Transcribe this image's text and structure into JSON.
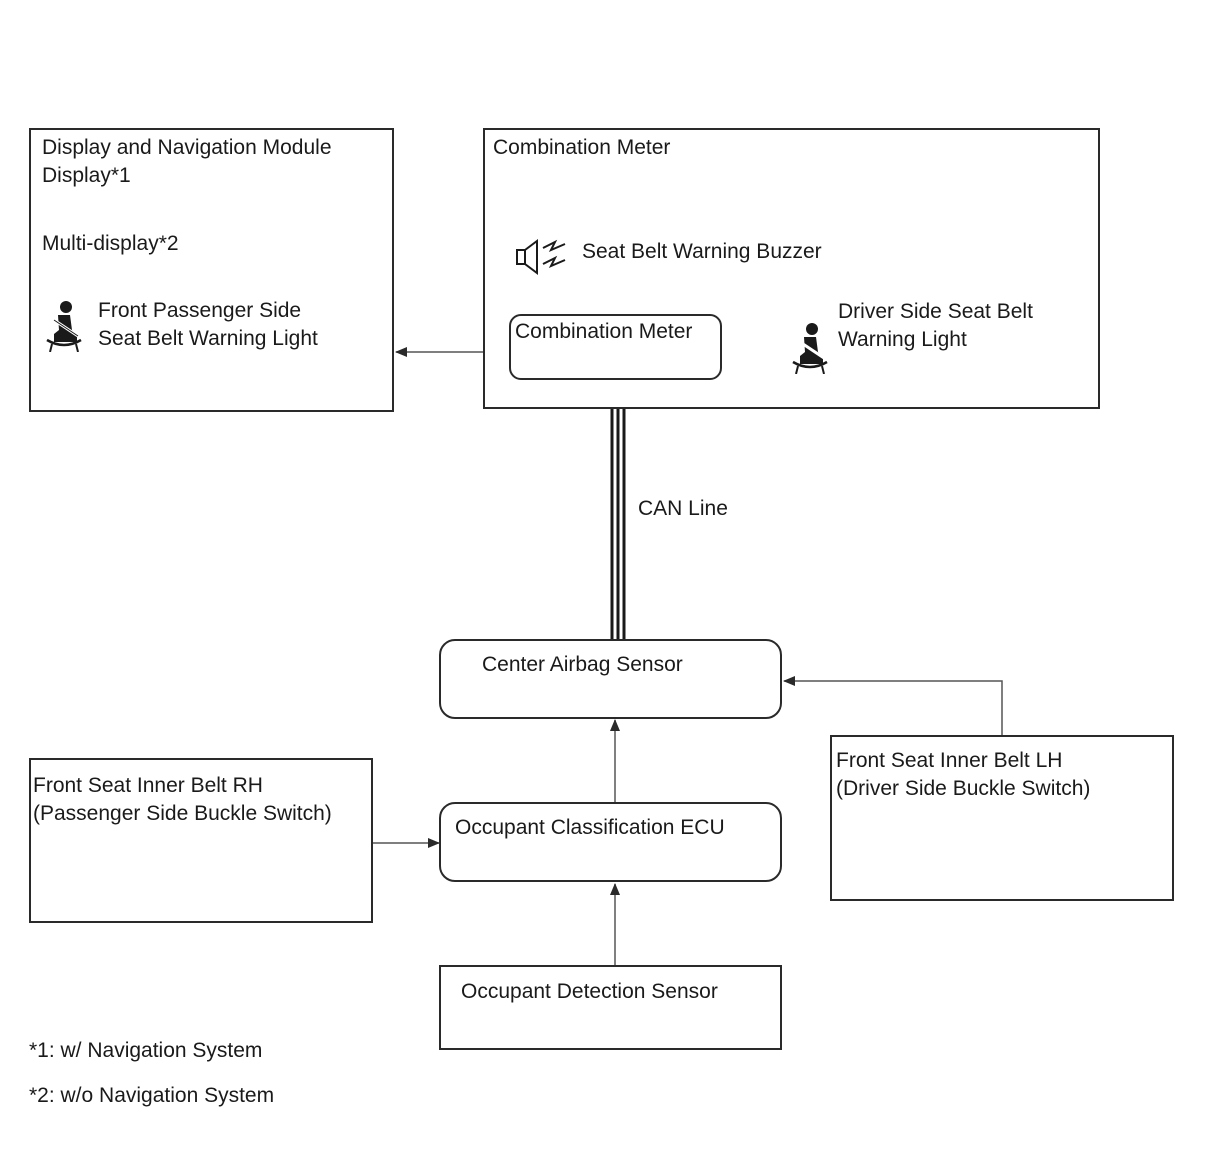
{
  "display_module": {
    "title": "Display and Navigation Module",
    "display_label": "Display*1",
    "multi_display_label": "Multi-display*2",
    "passenger_light_line1": "Front Passenger Side",
    "passenger_light_line2": "Seat Belt Warning Light"
  },
  "combination_meter": {
    "title": "Combination Meter",
    "buzzer_label": "Seat Belt Warning Buzzer",
    "inner_label": "Combination Meter",
    "driver_light_line1": "Driver Side Seat Belt",
    "driver_light_line2": "Warning Light"
  },
  "can_line_label": "CAN Line",
  "center_airbag_sensor": "Center Airbag Sensor",
  "occupant_classification_ecu": "Occupant Classification ECU",
  "occupant_detection_sensor": "Occupant Detection Sensor",
  "belt_rh": {
    "line1": "Front Seat Inner Belt RH",
    "line2": "(Passenger Side Buckle Switch)"
  },
  "belt_lh": {
    "line1": "Front Seat Inner Belt LH",
    "line2": "(Driver Side Buckle Switch)"
  },
  "footnotes": {
    "note1": "*1: w/ Navigation System",
    "note2": "*2: w/o Navigation System"
  },
  "icons": [
    "seatbelt-warning-icon",
    "buzzer-icon"
  ]
}
